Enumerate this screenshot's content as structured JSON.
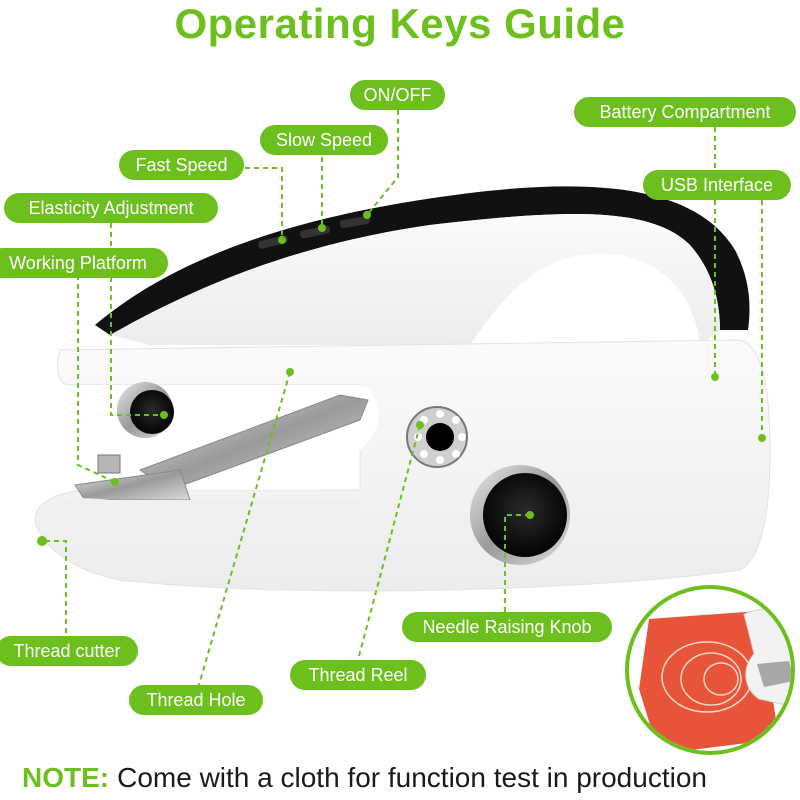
{
  "title": "Operating Keys Guide",
  "colors": {
    "accent": "#6cbf1c",
    "label_text": "#ffffff",
    "cloth": "#e8543a",
    "machine_body": "#f4f4f4",
    "machine_trim": "#111111"
  },
  "labels": {
    "on_off": "ON/OFF",
    "slow_speed": "Slow Speed",
    "fast_speed": "Fast Speed",
    "elasticity_adjustment": "Elasticity Adjustment",
    "working_platform": "Working Platform",
    "battery_compartment": "Battery Compartment",
    "usb_interface": "USB Interface",
    "needle_raising_knob": "Needle Raising Knob",
    "thread_cutter": "Thread cutter",
    "thread_reel": "Thread Reel",
    "thread_hole": "Thread Hole"
  },
  "note": {
    "label": "NOTE:",
    "text": "Come with a cloth for function test in production"
  },
  "inset": {
    "caption": "cloth-sample-icon"
  }
}
